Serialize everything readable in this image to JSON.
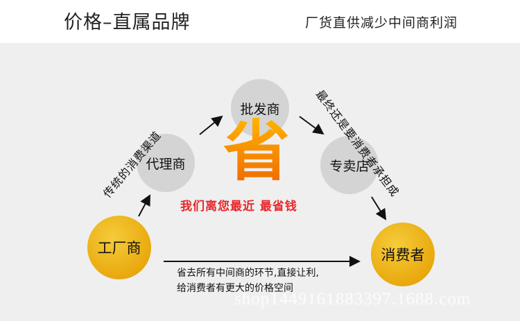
{
  "header": {
    "title": "价格–直属品牌",
    "subtitle": "厂货直供减少中间商利润"
  },
  "nodes": {
    "factory": "工厂商",
    "agent": "代理商",
    "wholesaler": "批发商",
    "store": "专卖店",
    "consumer": "消费者"
  },
  "labels": {
    "traditional_channel": "传统的消费渠道",
    "consumer_bears": "最终还是要消费者承担成",
    "save_char": "省",
    "slogan": "我们离您最近 最省钱",
    "desc_line1": "省去所有中间商的环节,直接让利,",
    "desc_line2": "给消费者有更大的价格空间"
  },
  "watermark": "shop1449161883397.1688.com",
  "colors": {
    "grey_circle": "#d4d4d4",
    "gold_circle": "#e9a90e",
    "slogan": "#e8262b",
    "save_char": "#f08a00",
    "background": "#efefef"
  }
}
